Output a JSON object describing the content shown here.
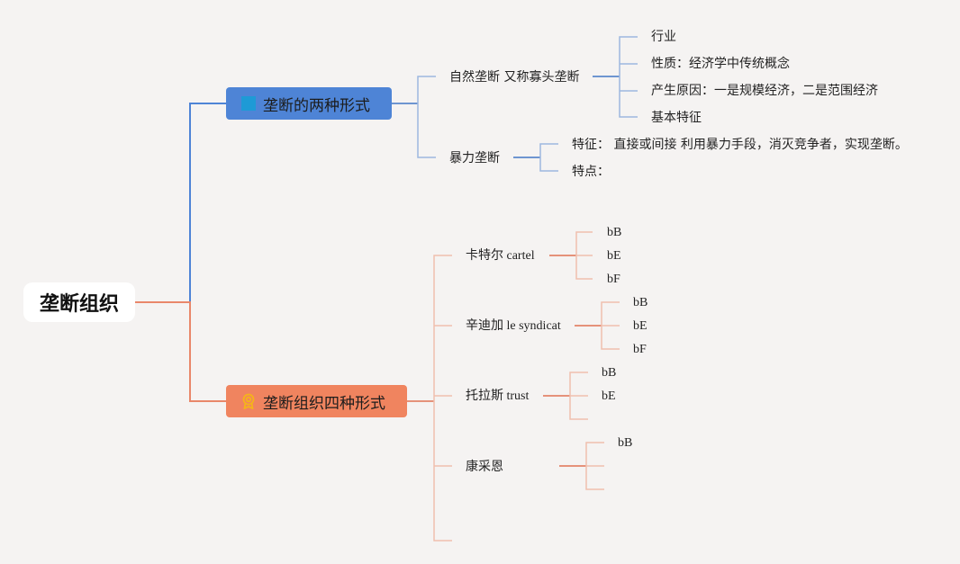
{
  "colors": {
    "background": "#f5f3f2",
    "blue_branch": "#4e84d6",
    "blue_line_light": "#9db8df",
    "orange_branch": "#f0845f",
    "orange_line": "#e5927a",
    "orange_line_light": "#f0c0ae"
  },
  "root": {
    "label": "垄断组织"
  },
  "branches": [
    {
      "label": "垄断的两种形式",
      "icon": "bookmark-icon",
      "children": [
        {
          "label": "自然垄断 又称寡头垄断",
          "children": [
            {
              "label": "行业"
            },
            {
              "label": "性质：经济学中传统概念"
            },
            {
              "label": "产生原因：一是规模经济，二是范围经济"
            },
            {
              "label": "基本特征"
            }
          ]
        },
        {
          "label": "暴力垄断",
          "children": [
            {
              "label": "特征： 直接或间接 利用暴力手段，消灭竞争者，实现垄断。"
            },
            {
              "label": "特点："
            }
          ]
        }
      ]
    },
    {
      "label": "垄断组织四种形式",
      "icon": "award-icon",
      "children": [
        {
          "label": "卡特尔 cartel",
          "children": [
            {
              "label": "bB"
            },
            {
              "label": "bE"
            },
            {
              "label": "bF"
            }
          ]
        },
        {
          "label": "辛迪加 le syndicat",
          "children": [
            {
              "label": "bB"
            },
            {
              "label": "bE"
            },
            {
              "label": "bF"
            }
          ]
        },
        {
          "label": "托拉斯 trust",
          "children": [
            {
              "label": "bB"
            },
            {
              "label": "bE"
            },
            {
              "label": ""
            }
          ]
        },
        {
          "label": "康采恩",
          "children": [
            {
              "label": "bB"
            },
            {
              "label": ""
            },
            {
              "label": ""
            }
          ]
        },
        {
          "label": "",
          "children": []
        }
      ]
    }
  ]
}
